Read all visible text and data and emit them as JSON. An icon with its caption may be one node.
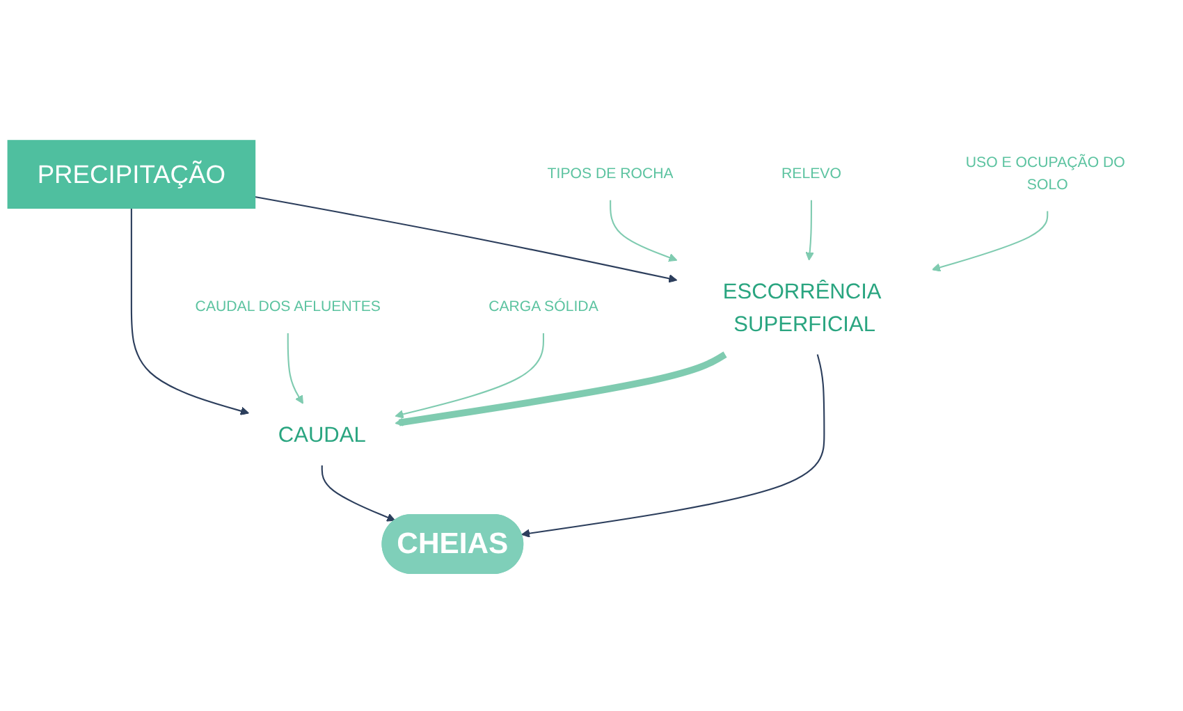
{
  "diagram": {
    "nodes": [
      {
        "text": [
          "PRECIPITAÇÃO"
        ]
      },
      {
        "text": [
          "CAUDAL DOS AFLUENTES"
        ]
      },
      {
        "text": [
          "CAUDAL"
        ]
      },
      {
        "text": [
          "CARGA SÓLIDA"
        ]
      },
      {
        "text": [
          "ESCORRÊNCIA SUPERFICIAL"
        ]
      },
      {
        "text": [
          "TIPOS DE ROCHA"
        ]
      },
      {
        "text": [
          "RELEVO"
        ]
      },
      {
        "text": [
          "USO E OCUPAÇÃO DO SOLO"
        ]
      },
      {
        "text": [
          "CHEIAS"
        ]
      }
    ],
    "edges": [
      {
        "from": 0,
        "to": 2,
        "arrow": "to",
        "color": "#2c3e5c"
      },
      {
        "from": 0,
        "to": 4,
        "arrow": "to",
        "color": "#2c3e5c"
      },
      {
        "from": 1,
        "to": 2,
        "arrow": "to"
      },
      {
        "from": 3,
        "to": 2,
        "arrow": "to"
      },
      {
        "from": 4,
        "to": 2,
        "arrow": "to",
        "style": "thick"
      },
      {
        "from": 5,
        "to": 4,
        "arrow": "to"
      },
      {
        "from": 6,
        "to": 4,
        "arrow": "to"
      },
      {
        "from": 7,
        "to": 4,
        "arrow": "to"
      },
      {
        "from": 2,
        "to": 8,
        "arrow": "to",
        "color": "#2c3e5c"
      },
      {
        "from": 4,
        "to": 8,
        "arrow": "to",
        "color": "#2c3e5c"
      }
    ]
  }
}
